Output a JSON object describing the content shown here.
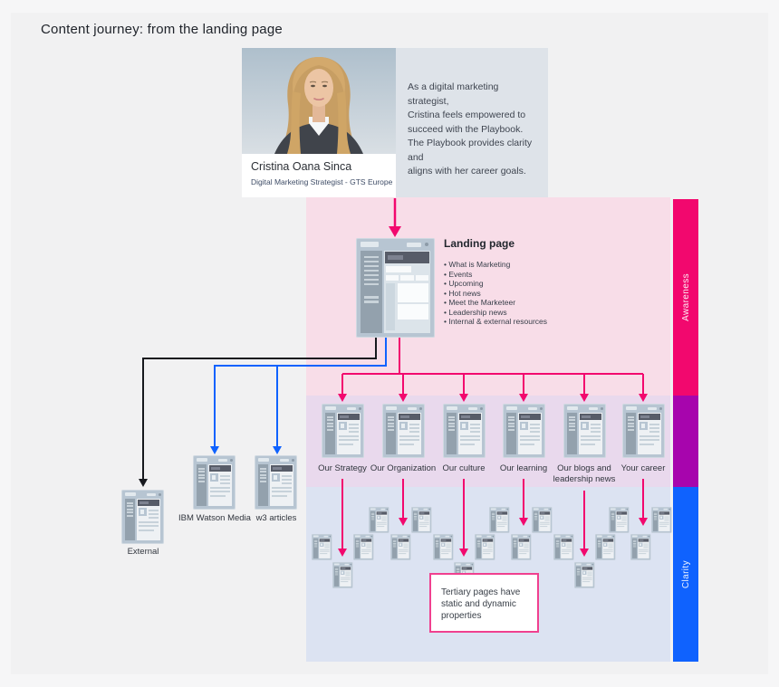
{
  "title": "Content journey: from the landing page",
  "persona": {
    "name": "Cristina Oana Sinca",
    "role": "Digital Marketing Strategist - GTS Europe",
    "quote": "As a digital marketing strategist,\nCristina feels empowered to\nsucceed with the Playbook.\nThe Playbook provides clarity and\naligns with her career goals."
  },
  "landing_page": {
    "title": "Landing page",
    "bullets": [
      "What is Marketing",
      "Events",
      "Upcoming",
      "Hot news",
      "Meet the Marketeer",
      "Leadership news",
      "Internal & external resources"
    ]
  },
  "external_pages": [
    {
      "label": "External",
      "connector_color": "black"
    },
    {
      "label": "IBM Watson Media",
      "connector_color": "blue"
    },
    {
      "label": "w3 articles",
      "connector_color": "blue"
    }
  ],
  "secondary_pages": [
    {
      "label": "Our Strategy"
    },
    {
      "label": "Our Organization"
    },
    {
      "label": "Our culture"
    },
    {
      "label": "Our learning"
    },
    {
      "label": "Our blogs and leadership news"
    },
    {
      "label": "Your career"
    }
  ],
  "tertiary_note": "Tertiary pages have\nstatic and dynamic\nproperties",
  "stages": [
    {
      "label": "Awareness",
      "band_color": "#f2086e",
      "bg_color": "#f8dde8"
    },
    {
      "label": "",
      "band_color": "#a705ad",
      "bg_color": "#e9d9ed"
    },
    {
      "label": "Clarity",
      "band_color": "#0f62fe",
      "bg_color": "#dce3f2"
    }
  ],
  "colors": {
    "magenta_arrow": "#f2086e",
    "blue_arrow": "#0f62fe",
    "black_arrow": "#17191e",
    "note_border": "#f0408f"
  }
}
